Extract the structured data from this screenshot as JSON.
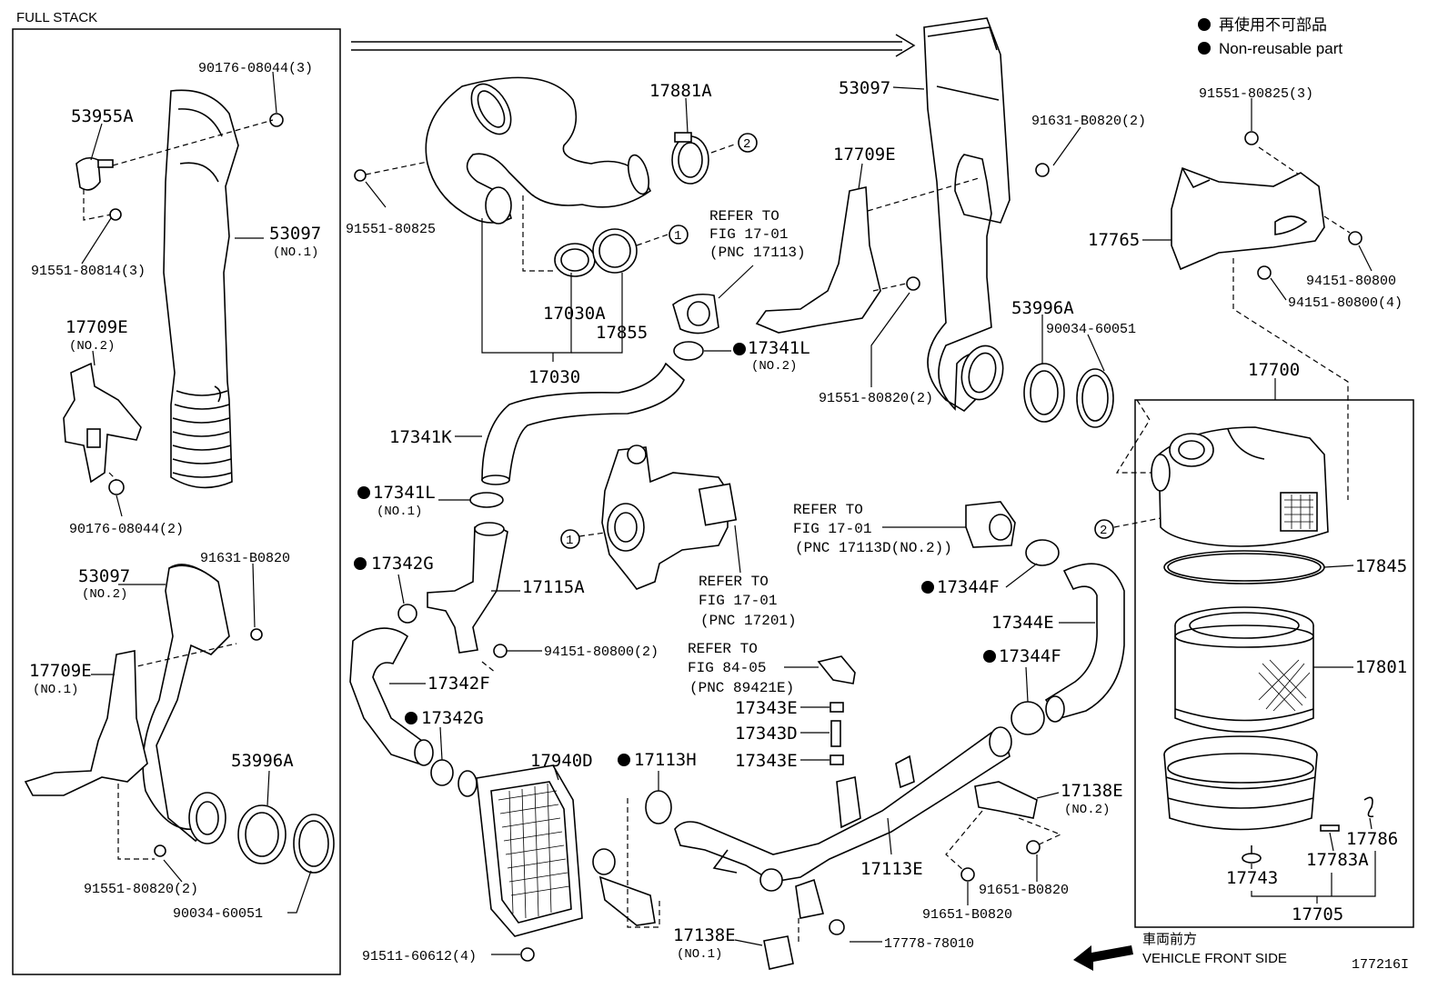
{
  "header": {
    "full_stack": "FULL STACK",
    "legend_jp": "再使用不可部品",
    "legend_en": "Non-reusable part",
    "vehicle_front_jp": "車両前方",
    "vehicle_front_en": "VEHICLE FRONT SIDE",
    "figure_number": "177216I"
  },
  "callouts": {
    "p53955A": "53955A",
    "p90176_08044_3": "90176-08044(3)",
    "p91551_80814_3": "91551-80814(3)",
    "p53097_no1": "53097",
    "p53097_no1_sub": "(NO.1)",
    "p17709E_no2": "17709E",
    "p17709E_no2_sub": "(NO.2)",
    "p90176_08044_2": "90176-08044(2)",
    "p53097_no2": "53097",
    "p53097_no2_sub": "(NO.2)",
    "p91631_B0820_left": "91631-B0820",
    "p17709E_no1": "17709E",
    "p17709E_no1_sub": "(NO.1)",
    "p53996A_left": "53996A",
    "p91551_80820_2_left": "91551-80820(2)",
    "p90034_60051_left": "90034-60051",
    "p91551_80825_top": "91551-80825",
    "p17881A": "17881A",
    "p17030A": "17030A",
    "p17855": "17855",
    "p17030": "17030",
    "p17341L_no2": "17341L",
    "p17341L_no2_sub": "(NO.2)",
    "p17341K": "17341K",
    "p17341L_no1": "17341L",
    "p17341L_no1_sub": "(NO.1)",
    "p17342G_top": "17342G",
    "p17115A": "17115A",
    "p94151_80800_2": "94151-80800(2)",
    "p17342F": "17342F",
    "p17342G_bottom": "17342G",
    "p17940D": "17940D",
    "p17113H": "17113H",
    "p91511_60612_4": "91511-60612(4)",
    "p17138E_no1": "17138E",
    "p17138E_no1_sub": "(NO.1)",
    "p17778_78010": "17778-78010",
    "p17113E": "17113E",
    "p91651_B0820_a": "91651-B0820",
    "p91651_B0820_b": "91651-B0820",
    "p17138E_no2": "17138E",
    "p17138E_no2_sub": "(NO.2)",
    "p17343E_top": "17343E",
    "p17343D": "17343D",
    "p17343E_bottom": "17343E",
    "p17344F_top": "17344F",
    "p17344E": "17344E",
    "p17344F_bottom": "17344F",
    "p53097_mid": "53097",
    "p17709E_mid": "17709E",
    "p91631_B0820_2": "91631-B0820(2)",
    "p91551_80820_2_mid": "91551-80820(2)",
    "p53996A_mid": "53996A",
    "p90034_60051_mid": "90034-60051",
    "p91551_80825_3": "91551-80825(3)",
    "p17765": "17765",
    "p94151_80800": "94151-80800",
    "p94151_80800_4": "94151-80800(4)",
    "p17700": "17700",
    "p17845": "17845",
    "p17801": "17801",
    "p17786": "17786",
    "p17783A": "17783A",
    "p17743": "17743",
    "p17705": "17705"
  },
  "references": {
    "fig17_01_a": {
      "l1": "REFER TO",
      "l2": "FIG 17-01",
      "l3": "(PNC 17113)"
    },
    "fig17_01_b": {
      "l1": "REFER TO",
      "l2": "FIG 17-01",
      "l3": "(PNC 17201)"
    },
    "fig17_01_c": {
      "l1": "REFER TO",
      "l2": "FIG 17-01",
      "l3": "(PNC 17113D(NO.2))"
    },
    "fig84_05": {
      "l1": "REFER TO",
      "l2": "FIG 84-05",
      "l3": "(PNC 89421E)"
    }
  },
  "markers": {
    "one": "1",
    "two": "2"
  }
}
